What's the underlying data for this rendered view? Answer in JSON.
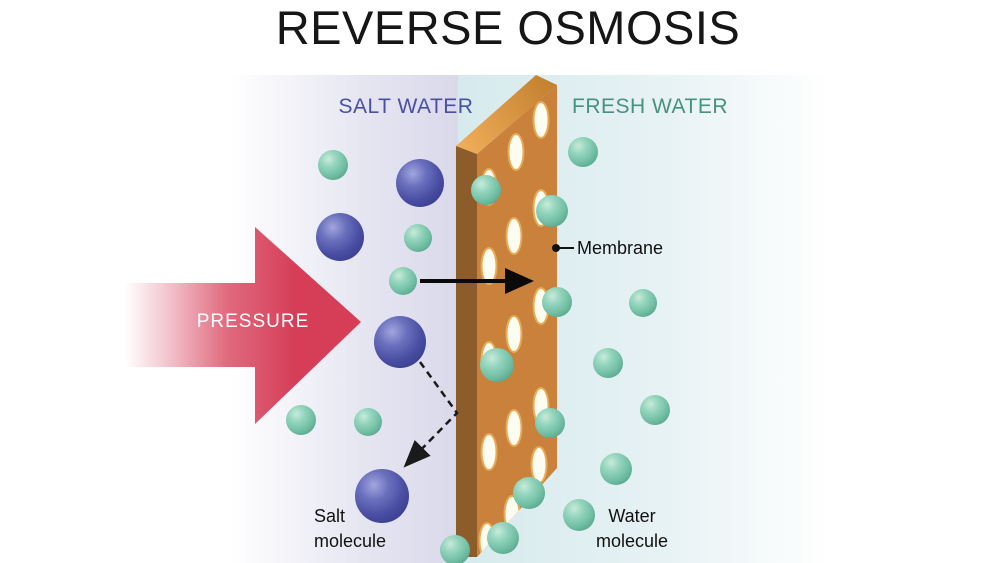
{
  "title": "REVERSE OSMOSIS",
  "regions": {
    "salt_water": {
      "label": "SALT WATER",
      "color": "#4b4fa0"
    },
    "fresh_water": {
      "label": "FRESH WATER",
      "color": "#47917f"
    }
  },
  "pressure": {
    "label": "PRESSURE",
    "arrow_color": "#d63e58"
  },
  "membrane": {
    "label": "Membrane",
    "face_color": "#c9813b",
    "edge_color": "#8d5c2b",
    "hole_color": "#fdfcf0"
  },
  "legend": {
    "salt_molecule": {
      "label": "Salt\nmolecule",
      "color": "#4a4ea2"
    },
    "water_molecule": {
      "label": "Water\nmolecule",
      "color": "#72bfa5"
    }
  },
  "molecules": {
    "salt": [
      [
        420,
        183,
        24
      ],
      [
        340,
        237,
        24
      ],
      [
        400,
        342,
        26
      ],
      [
        382,
        496,
        27
      ]
    ],
    "water_left": [
      [
        333,
        165,
        15
      ],
      [
        418,
        238,
        14
      ],
      [
        403,
        281,
        14
      ],
      [
        301,
        420,
        15
      ],
      [
        368,
        422,
        14
      ]
    ],
    "water_membrane": [
      [
        486,
        190,
        15
      ],
      [
        552,
        211,
        16
      ],
      [
        497,
        365,
        17
      ],
      [
        529,
        493,
        16
      ],
      [
        503,
        538,
        16
      ],
      [
        455,
        550,
        15
      ]
    ],
    "water_right": [
      [
        583,
        152,
        15
      ],
      [
        557,
        302,
        15
      ],
      [
        643,
        303,
        14
      ],
      [
        608,
        363,
        15
      ],
      [
        655,
        410,
        15
      ],
      [
        550,
        423,
        15
      ],
      [
        616,
        469,
        16
      ],
      [
        579,
        515,
        16
      ]
    ]
  }
}
